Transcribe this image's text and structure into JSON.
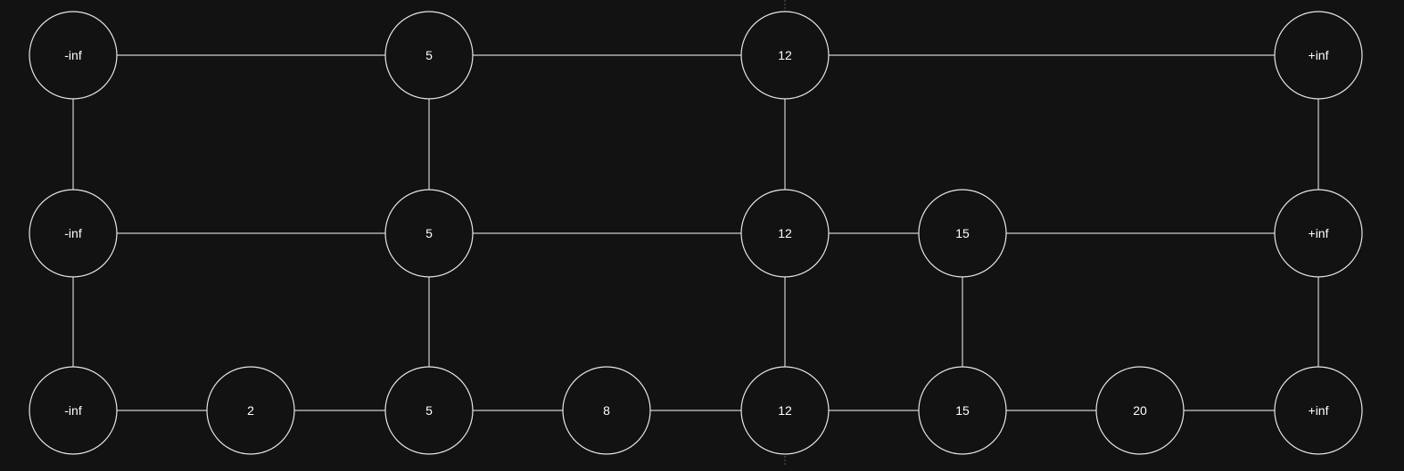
{
  "diagram": {
    "levels": [
      {
        "keys": [
          "-inf",
          "5",
          "12",
          "+inf"
        ]
      },
      {
        "keys": [
          "-inf",
          "5",
          "12",
          "15",
          "+inf"
        ]
      },
      {
        "keys": [
          "-inf",
          "2",
          "5",
          "8",
          "12",
          "15",
          "20",
          "+inf"
        ]
      }
    ],
    "colors": {
      "background": "#121212",
      "node_stroke": "#e8e8e8",
      "edge_stroke": "#d0d0d0",
      "text": "#ffffff",
      "guide_line": "#5a5a5a"
    }
  }
}
